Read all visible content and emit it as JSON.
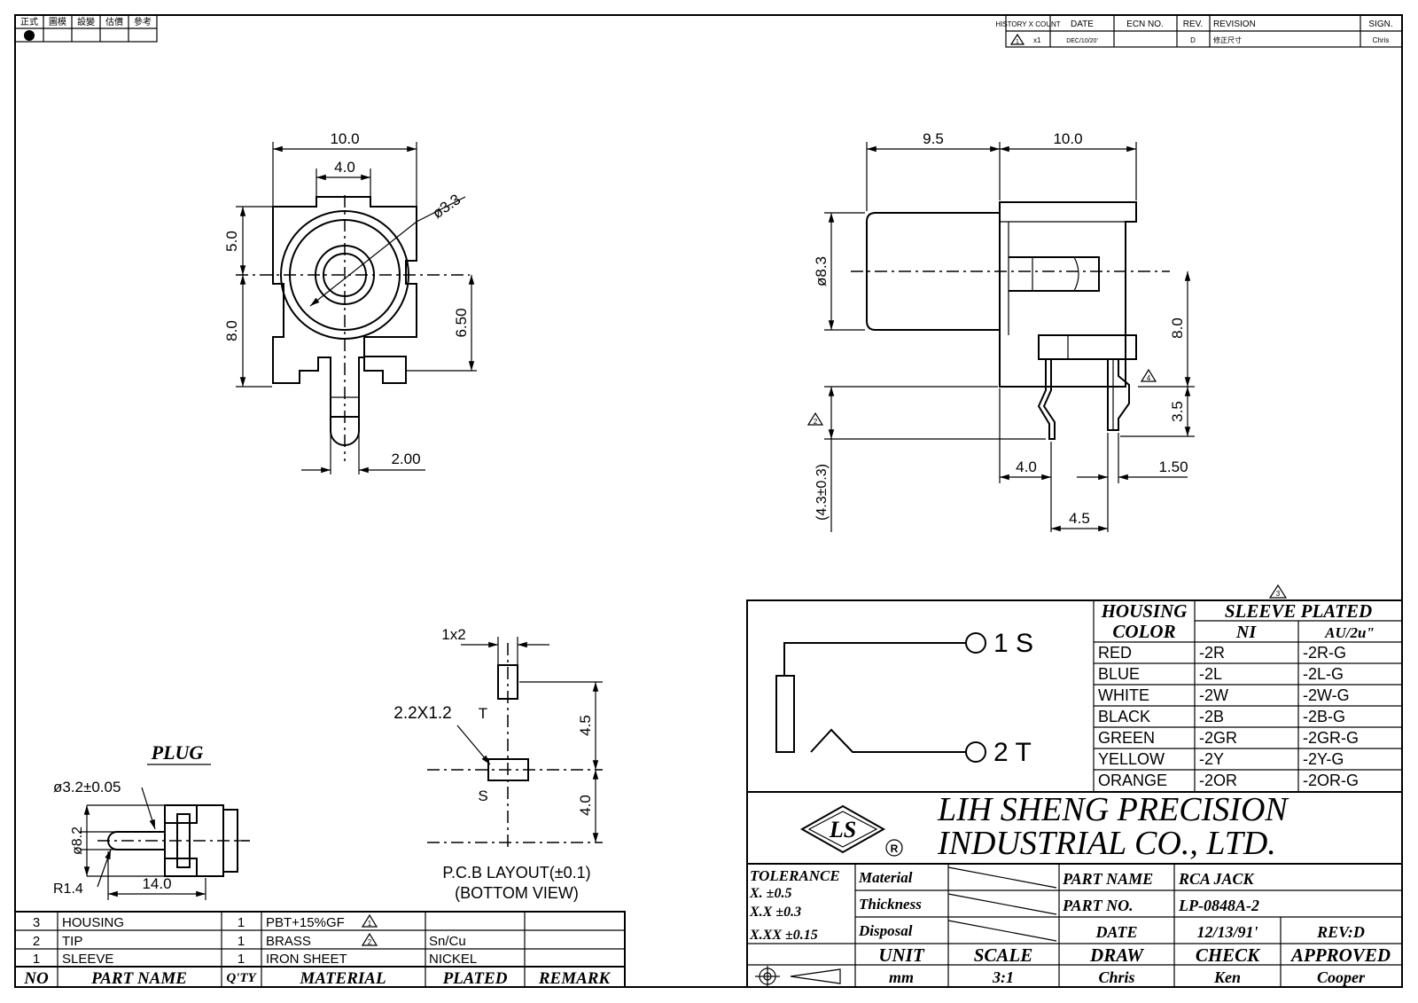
{
  "corner_stamp": {
    "labels": [
      "正式",
      "圖模",
      "設變",
      "估價",
      "參考"
    ]
  },
  "revision_block": {
    "headers": [
      "HISTORY X COUNT",
      "DATE",
      "ECN NO.",
      "REV.",
      "REVISION",
      "SIGN."
    ],
    "row": {
      "count": "x1",
      "date": "DEC/10/20'",
      "ecn": "",
      "rev": "D",
      "revision": "修正尺寸",
      "sign": "Chris"
    },
    "revision_mark": "1"
  },
  "front_view": {
    "dims": [
      "10.0",
      "4.0",
      "ø3.3",
      "5.0",
      "8.0",
      "6.50",
      "2.00"
    ]
  },
  "side_view": {
    "dims": [
      "9.5",
      "10.0",
      "ø8.3",
      "8.0",
      "3.5",
      "(4.3±0.3)",
      "4.0",
      "1.50",
      "4.5"
    ],
    "marks": [
      "2",
      "4"
    ]
  },
  "plug": {
    "title": "PLUG",
    "dims": [
      "ø3.2±0.05",
      "ø8.2",
      "R1.4",
      "14.0"
    ]
  },
  "pcb": {
    "dims": [
      "1x2",
      "2.2X1.2",
      "4.5",
      "4.0"
    ],
    "pins": [
      "T",
      "S"
    ],
    "caption1": "P.C.B  LAYOUT(±0.1)",
    "caption2": "(BOTTOM  VIEW)"
  },
  "schematic": {
    "pin1": "1  S",
    "pin2": "2  T"
  },
  "color_table": {
    "mark": "3",
    "header_housing": [
      "HOUSING",
      "COLOR"
    ],
    "header_sleeve": "SLEEVE  PLATED",
    "sub_ni": "NI",
    "sub_au": "AU/2u\"",
    "rows": [
      [
        "RED",
        "-2R",
        "-2R-G"
      ],
      [
        "BLUE",
        "-2L",
        "-2L-G"
      ],
      [
        "WHITE",
        "-2W",
        "-2W-G"
      ],
      [
        "BLACK",
        "-2B",
        "-2B-G"
      ],
      [
        "GREEN",
        "-2GR",
        "-2GR-G"
      ],
      [
        "YELLOW",
        "-2Y",
        "-2Y-G"
      ],
      [
        "ORANGE",
        "-2OR",
        "-2OR-G"
      ]
    ]
  },
  "company": {
    "line1": "LIH  SHENG  PRECISION",
    "line2": "INDUSTRIAL  CO.,  LTD.",
    "logo_text": "LS",
    "registered": "R"
  },
  "title_block": {
    "tolerance_label": "TOLERANCE",
    "tol1": "X.    ±0.5",
    "tol2": "X.X   ±0.3",
    "tol3": "X.XX  ±0.15",
    "material_label": "Material",
    "thickness_label": "Thickness",
    "disposal_label": "Disposal",
    "part_name_label": "PART NAME",
    "part_name": "RCA  JACK",
    "part_no_label": "PART NO.",
    "part_no": "LP-0848A-2",
    "date_label": "DATE",
    "date": "12/13/91'",
    "rev": "REV:D",
    "unit_label": "UNIT",
    "unit": "mm",
    "scale_label": "SCALE",
    "scale": "3:1",
    "draw_label": "DRAW",
    "draw": "Chris",
    "check_label": "CHECK",
    "check": "Ken",
    "approved_label": "APPROVED",
    "approved": "Cooper"
  },
  "bom": {
    "headers": [
      "NO",
      "PART  NAME",
      "Q'TY",
      "MATERIAL",
      "PLATED",
      "REMARK"
    ],
    "rows": [
      {
        "no": "3",
        "name": "HOUSING",
        "qty": "1",
        "material": "PBT+15%GF",
        "mark": "1",
        "plated": "",
        "remark": ""
      },
      {
        "no": "2",
        "name": "TIP",
        "qty": "1",
        "material": "BRASS",
        "mark": "2",
        "plated": "Sn/Cu",
        "remark": ""
      },
      {
        "no": "1",
        "name": "SLEEVE",
        "qty": "1",
        "material": "IRON  SHEET",
        "mark": "",
        "plated": "NICKEL",
        "remark": ""
      }
    ]
  }
}
